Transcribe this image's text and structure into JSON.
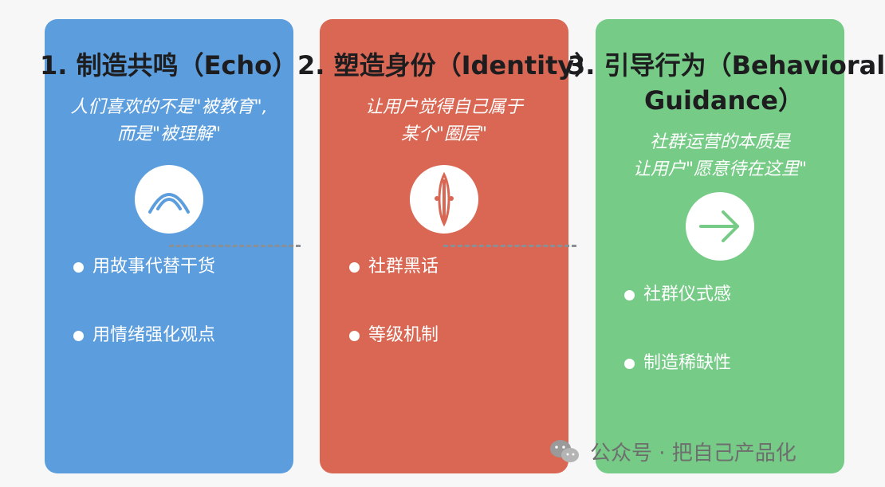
{
  "cards": [
    {
      "title": "1. 制造共鸣（Echo）",
      "subtitle_line1": "人们喜欢的不是\"被教育\",",
      "subtitle_line2": "而是\"被理解\"",
      "icon": "arc-echo-icon",
      "bullets": [
        "用故事代替干货",
        "用情绪强化观点"
      ],
      "color": "#5c9edd"
    },
    {
      "title": "2. 塑造身份（Identity）",
      "subtitle_line1": "让用户觉得自己属于",
      "subtitle_line2": "某个\"圈层\"",
      "icon": "identity-emblem-icon",
      "bullets": [
        "社群黑话",
        "等级机制"
      ],
      "color": "#d96753"
    },
    {
      "title_line1": "3. 引导行为（Behavioral",
      "title_line2": "Guidance）",
      "subtitle_line1": "社群运营的本质是",
      "subtitle_line2": "让用户\"愿意待在这里\"",
      "icon": "arrow-right-icon",
      "bullets": [
        "社群仪式感",
        "制造稀缺性"
      ],
      "color": "#76cb86"
    }
  ],
  "watermark": {
    "text": "公众号 · 把自己产品化",
    "icon": "wechat-icon"
  }
}
